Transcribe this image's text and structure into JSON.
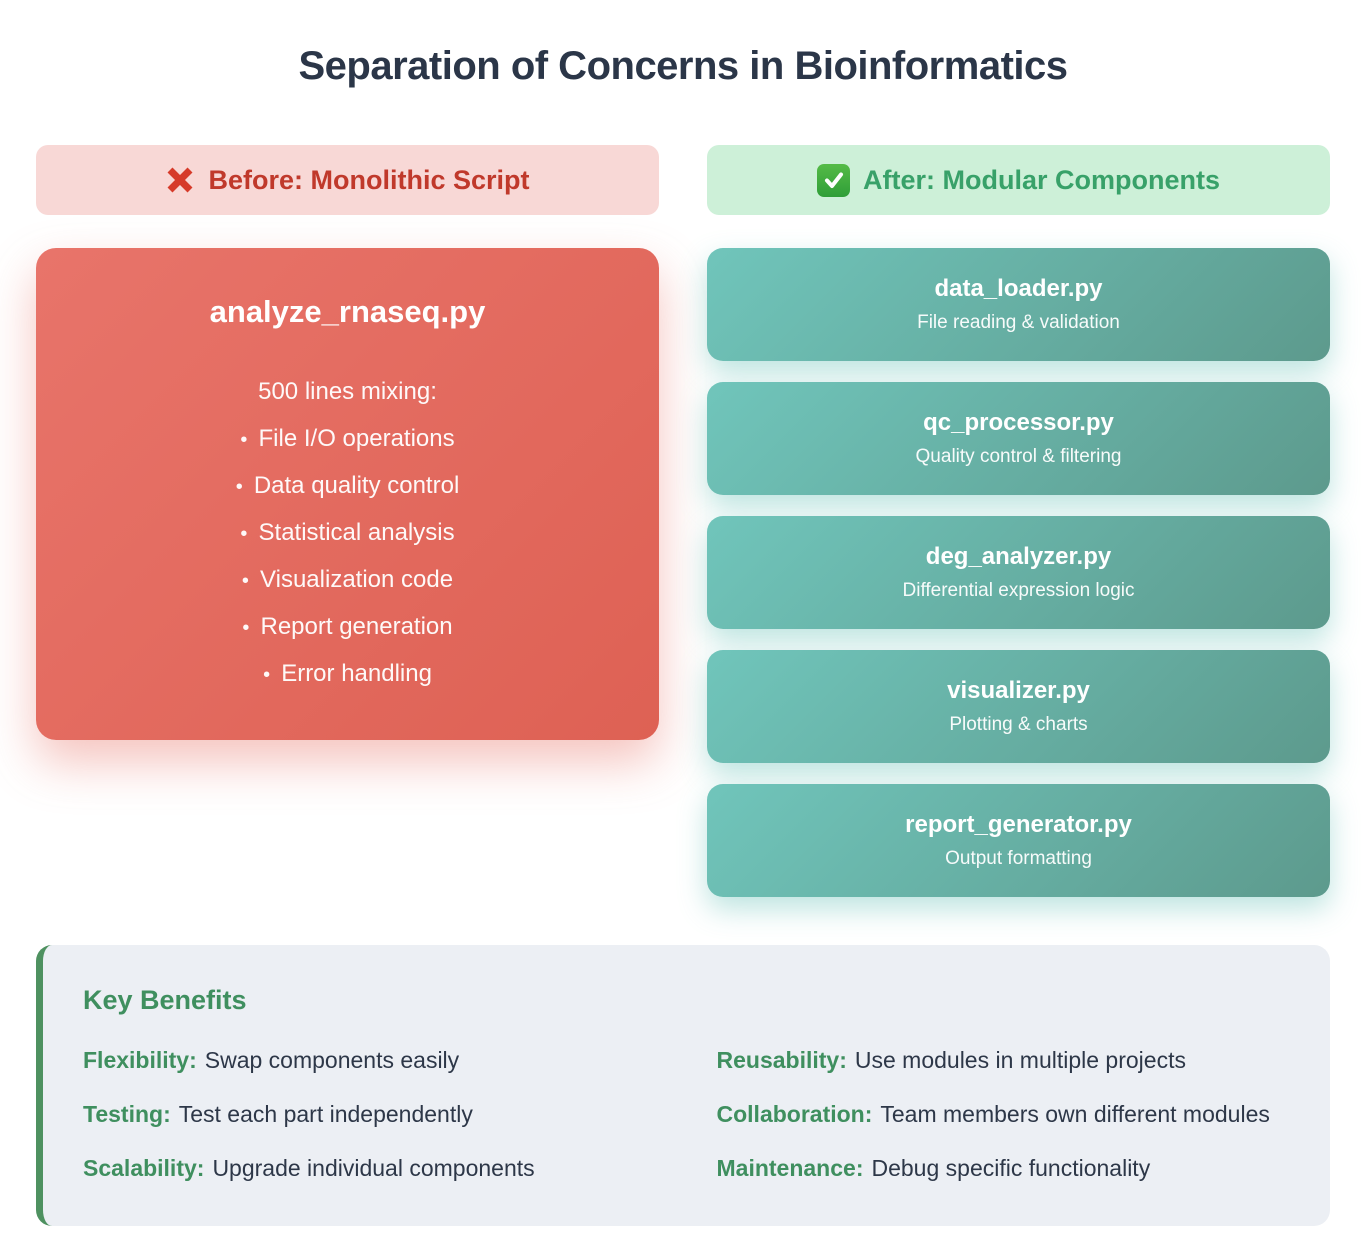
{
  "page": {
    "title": "Separation of Concerns in Bioinformatics"
  },
  "before": {
    "header_label": "Before: Monolithic Script",
    "icon": "cross-mark-icon",
    "card": {
      "title": "analyze_rnaseq.py",
      "subtitle": "500 lines mixing:",
      "items": [
        "File I/O operations",
        "Data quality control",
        "Statistical analysis",
        "Visualization code",
        "Report generation",
        "Error handling"
      ]
    }
  },
  "after": {
    "header_label": "After: Modular Components",
    "icon": "check-mark-icon",
    "modules": [
      {
        "name": "data_loader.py",
        "desc": "File reading & validation"
      },
      {
        "name": "qc_processor.py",
        "desc": "Quality control & filtering"
      },
      {
        "name": "deg_analyzer.py",
        "desc": "Differential expression logic"
      },
      {
        "name": "visualizer.py",
        "desc": "Plotting & charts"
      },
      {
        "name": "report_generator.py",
        "desc": "Output formatting"
      }
    ]
  },
  "benefits": {
    "heading": "Key Benefits",
    "items": [
      {
        "label": "Flexibility:",
        "text": "Swap components easily"
      },
      {
        "label": "Reusability:",
        "text": "Use modules in multiple projects"
      },
      {
        "label": "Testing:",
        "text": "Test each part independently"
      },
      {
        "label": "Collaboration:",
        "text": "Team members own different modules"
      },
      {
        "label": "Scalability:",
        "text": "Upgrade individual components"
      },
      {
        "label": "Maintenance:",
        "text": "Debug specific functionality"
      }
    ]
  },
  "colors": {
    "title_text": "#2b3648",
    "before_header_bg": "#f8d8d6",
    "before_header_text": "#c0392b",
    "after_header_bg": "#cdf0d8",
    "after_header_text": "#38a169",
    "mono_card_bg": "#e3685c",
    "module_card_gradient_start": "#70c5bb",
    "module_card_gradient_end": "#5d9a8d",
    "benefits_bg": "#eceff4",
    "benefits_accent_green": "#3f8f5f"
  }
}
